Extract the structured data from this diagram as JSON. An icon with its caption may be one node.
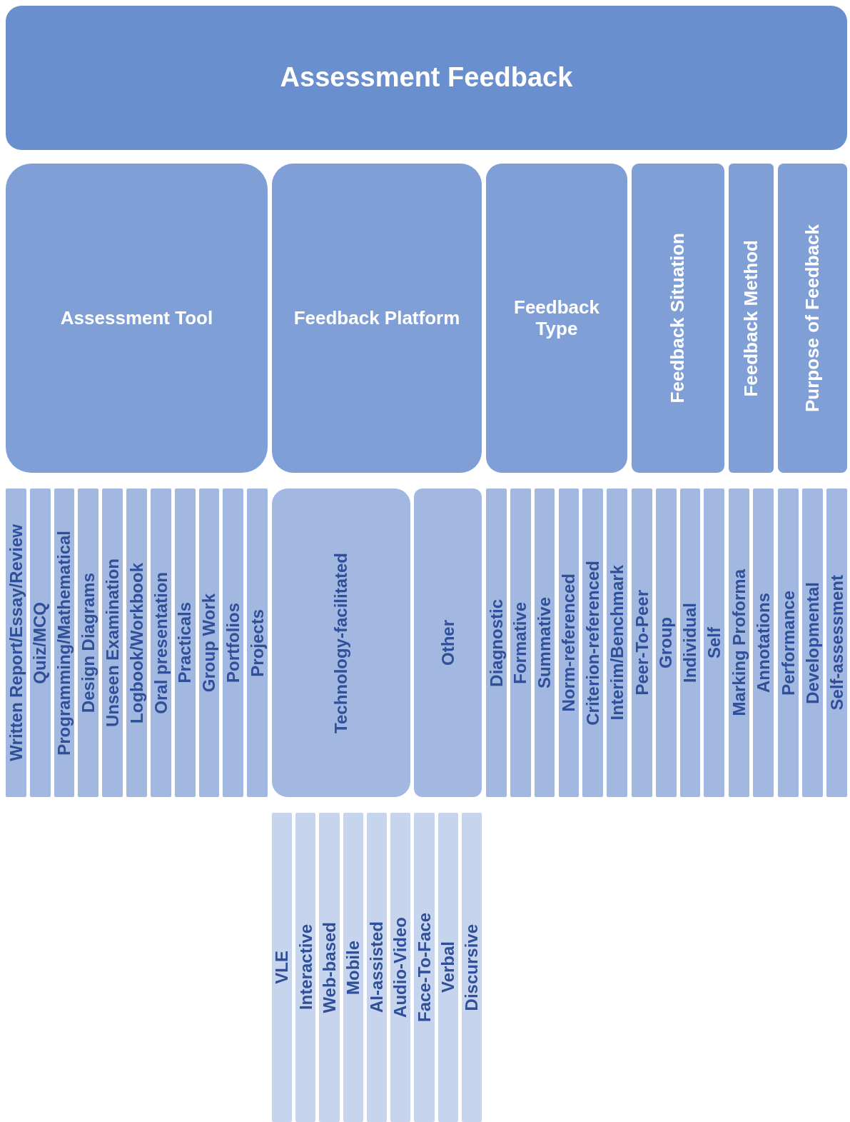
{
  "diagram": {
    "nodes": [
      {
        "text": [
          "Assessment Feedback"
        ]
      },
      {
        "text": [
          "Assessment Tool"
        ]
      },
      {
        "text": [
          "Feedback Platform"
        ]
      },
      {
        "text": [
          "Feedback Type"
        ]
      },
      {
        "text": [
          "Feedback Situation"
        ]
      },
      {
        "text": [
          "Feedback Method"
        ]
      },
      {
        "text": [
          "Purpose of Feedback"
        ]
      },
      {
        "text": [
          "Written Report/Essay/Review"
        ]
      },
      {
        "text": [
          "Quiz/MCQ"
        ]
      },
      {
        "text": [
          "Programming/Mathematical"
        ]
      },
      {
        "text": [
          "Design Diagrams"
        ]
      },
      {
        "text": [
          "Unseen Examination"
        ]
      },
      {
        "text": [
          "Logbook/Workbook"
        ]
      },
      {
        "text": [
          "Oral presentation"
        ]
      },
      {
        "text": [
          "Practicals"
        ]
      },
      {
        "text": [
          "Group Work"
        ]
      },
      {
        "text": [
          "Portfolios"
        ]
      },
      {
        "text": [
          "Projects"
        ]
      },
      {
        "text": [
          "Technology-facilitated"
        ]
      },
      {
        "text": [
          "Other"
        ]
      },
      {
        "text": [
          "Diagnostic"
        ]
      },
      {
        "text": [
          "Formative"
        ]
      },
      {
        "text": [
          "Summative"
        ]
      },
      {
        "text": [
          "Norm-referenced"
        ]
      },
      {
        "text": [
          "Criterion-referenced"
        ]
      },
      {
        "text": [
          "Interim/Benchmark"
        ]
      },
      {
        "text": [
          "Peer-To-Peer"
        ]
      },
      {
        "text": [
          "Group"
        ]
      },
      {
        "text": [
          "Individual"
        ]
      },
      {
        "text": [
          "Self"
        ]
      },
      {
        "text": [
          "Marking Proforma"
        ]
      },
      {
        "text": [
          "Annotations"
        ]
      },
      {
        "text": [
          "Performance"
        ]
      },
      {
        "text": [
          "Developmental"
        ]
      },
      {
        "text": [
          "Self-assessment"
        ]
      },
      {
        "text": [
          "VLE"
        ]
      },
      {
        "text": [
          "Interactive"
        ]
      },
      {
        "text": [
          "Web-based"
        ]
      },
      {
        "text": [
          "Mobile"
        ]
      },
      {
        "text": [
          "AI-assisted"
        ]
      },
      {
        "text": [
          "Audio-Video"
        ]
      },
      {
        "text": [
          "Face-To-Face"
        ]
      },
      {
        "text": [
          "Verbal"
        ]
      },
      {
        "text": [
          "Discursive"
        ]
      }
    ]
  }
}
